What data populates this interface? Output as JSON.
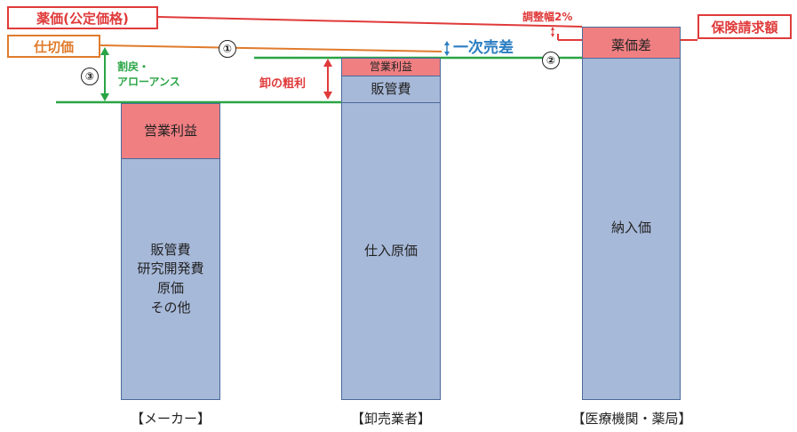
{
  "labels": {
    "yakka": "薬価(公定価格)",
    "shikiri": "仕切価",
    "hoken": "保険請求額",
    "chosei": "調整幅2%",
    "ichiji": "一次売差",
    "warimodoshi": "割戻・\nアローアンス",
    "oroshi_arari": "卸の粗利",
    "circle1": "①",
    "circle2": "②",
    "circle3": "③"
  },
  "bars": {
    "maker": {
      "actor": "【メーカー】",
      "profit": "営業利益",
      "cost": "販管費\n研究開発費\n原価\nその他"
    },
    "wholesaler": {
      "actor": "【卸売業者】",
      "profit": "営業利益",
      "sga": "販管費",
      "purchase": "仕入原価"
    },
    "pharmacy": {
      "actor": "【医療機関・薬局】",
      "margin": "薬価差",
      "price": "納入価"
    }
  },
  "colors": {
    "red": "#e03a3a",
    "orange": "#e07b2c",
    "green": "#2aa545",
    "blue": "#2b7ec1",
    "bar_blue": "#a7b9d9",
    "bar_red": "#f07f82"
  }
}
